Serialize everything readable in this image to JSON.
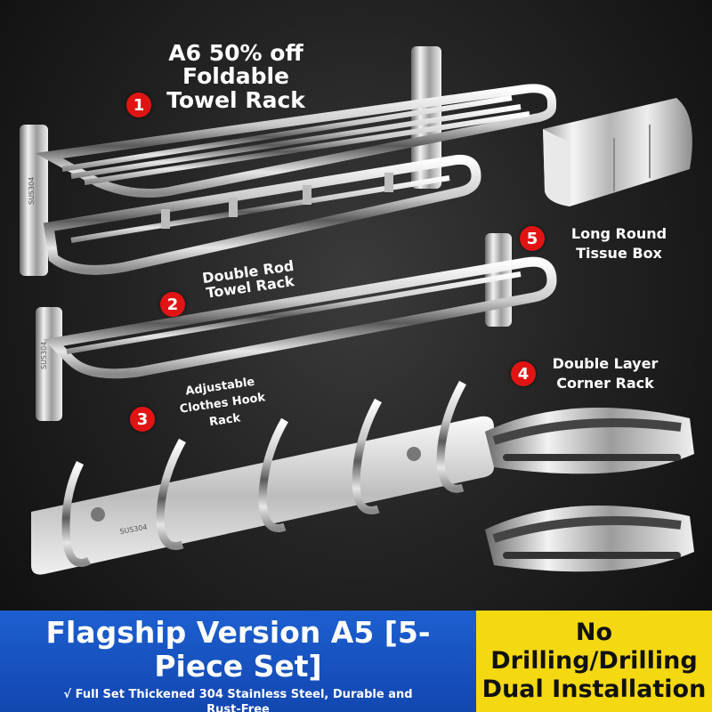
{
  "products": {
    "towel_rack": {
      "number": "1",
      "title": "A6 50% off",
      "subtitle": "Foldable",
      "name": "Towel Rack"
    },
    "double_rod": {
      "number": "2",
      "line1": "Double Rod",
      "line2": "Towel Rack"
    },
    "hook_rack": {
      "number": "3",
      "line1": "Adjustable",
      "line2": "Clothes Hook",
      "line3": "Rack"
    },
    "corner_rack": {
      "number": "4",
      "line1": "Double Layer",
      "line2": "Corner Rack"
    },
    "tissue_box": {
      "number": "5",
      "line1": "Long Round",
      "line2": "Tissue Box"
    }
  },
  "engravings": {
    "rack_mark": "SUS304"
  },
  "banner": {
    "title": "Flagship Version A5 [5-Piece Set]",
    "subtitle": "√ Full Set Thickened 304 Stainless Steel, Durable and Rust-Free",
    "install_line1": "No",
    "install_line2": "Drilling/Drilling",
    "install_line3": "Dual Installation"
  },
  "colors": {
    "badge": "#e11414",
    "banner_blue": "#1a55c4",
    "banner_yellow": "#f4d812"
  }
}
